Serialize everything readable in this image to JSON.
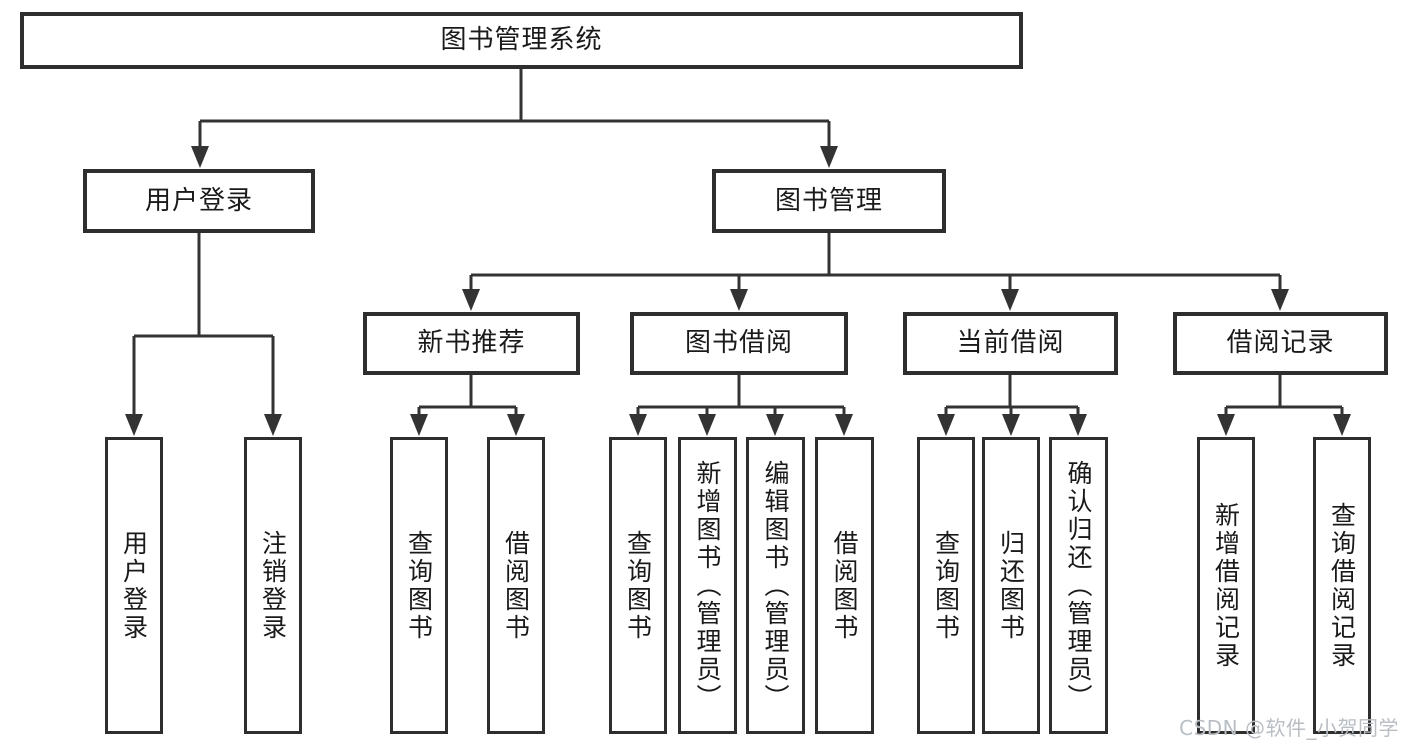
{
  "colors": {
    "background": "#ffffff",
    "line": "#333333",
    "box_border": "#2e2e2e",
    "text": "#1a1a1a",
    "watermark": "#b9bec4"
  },
  "diagram": {
    "root": {
      "label": "图书管理系统"
    },
    "level2": [
      {
        "id": "user-login",
        "label": "用户登录"
      },
      {
        "id": "book-management",
        "label": "图书管理"
      }
    ],
    "level3": [
      {
        "id": "new-book-recommend",
        "label": "新书推荐",
        "parent": "book-management"
      },
      {
        "id": "book-borrow",
        "label": "图书借阅",
        "parent": "book-management"
      },
      {
        "id": "current-borrow",
        "label": "当前借阅",
        "parent": "book-management"
      },
      {
        "id": "borrow-record",
        "label": "借阅记录",
        "parent": "book-management"
      }
    ],
    "leaves": [
      {
        "parent": "user-login",
        "label": "用户登录"
      },
      {
        "parent": "user-login",
        "label": "注销登录"
      },
      {
        "parent": "new-book-recommend",
        "label": "查询图书"
      },
      {
        "parent": "new-book-recommend",
        "label": "借阅图书"
      },
      {
        "parent": "book-borrow",
        "label": "查询图书"
      },
      {
        "parent": "book-borrow",
        "label": "新增图书（管理员）"
      },
      {
        "parent": "book-borrow",
        "label": "编辑图书（管理员）"
      },
      {
        "parent": "book-borrow",
        "label": "借阅图书"
      },
      {
        "parent": "current-borrow",
        "label": "查询图书"
      },
      {
        "parent": "current-borrow",
        "label": "归还图书"
      },
      {
        "parent": "current-borrow",
        "label": "确认归还（管理员）"
      },
      {
        "parent": "borrow-record",
        "label": "新增借阅记录"
      },
      {
        "parent": "borrow-record",
        "label": "查询借阅记录"
      }
    ],
    "watermark": "CSDN @软件_小贺同学"
  }
}
